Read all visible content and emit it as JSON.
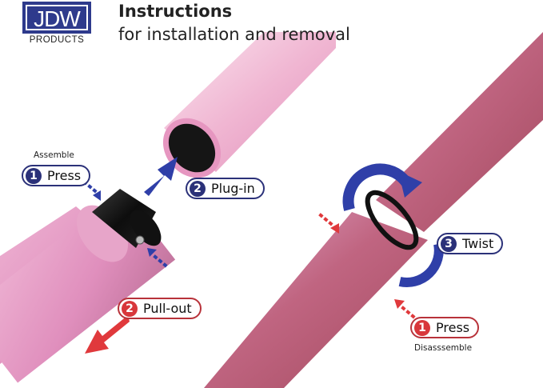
{
  "header": {
    "logo_text": "JDW",
    "logo_subtext": "PRODUCTS",
    "title": "Instructions",
    "subtitle": "for installation and removal"
  },
  "assemble": {
    "caption": "Assemble",
    "steps": [
      {
        "number": "1",
        "label": "Press"
      },
      {
        "number": "2",
        "label": "Plug-in"
      },
      {
        "number": "2",
        "label": "Pull-out"
      }
    ]
  },
  "disassemble": {
    "caption": "Disasssemble",
    "steps": [
      {
        "number": "3",
        "label": "Twist"
      },
      {
        "number": "1",
        "label": "Press"
      }
    ]
  },
  "colors": {
    "brand_blue": "#2e3a8c",
    "arrow_blue": "#2f3fa8",
    "arrow_red": "#e0393c",
    "tube_pink": "#e59ac4",
    "tube_rose": "#b4566e"
  }
}
